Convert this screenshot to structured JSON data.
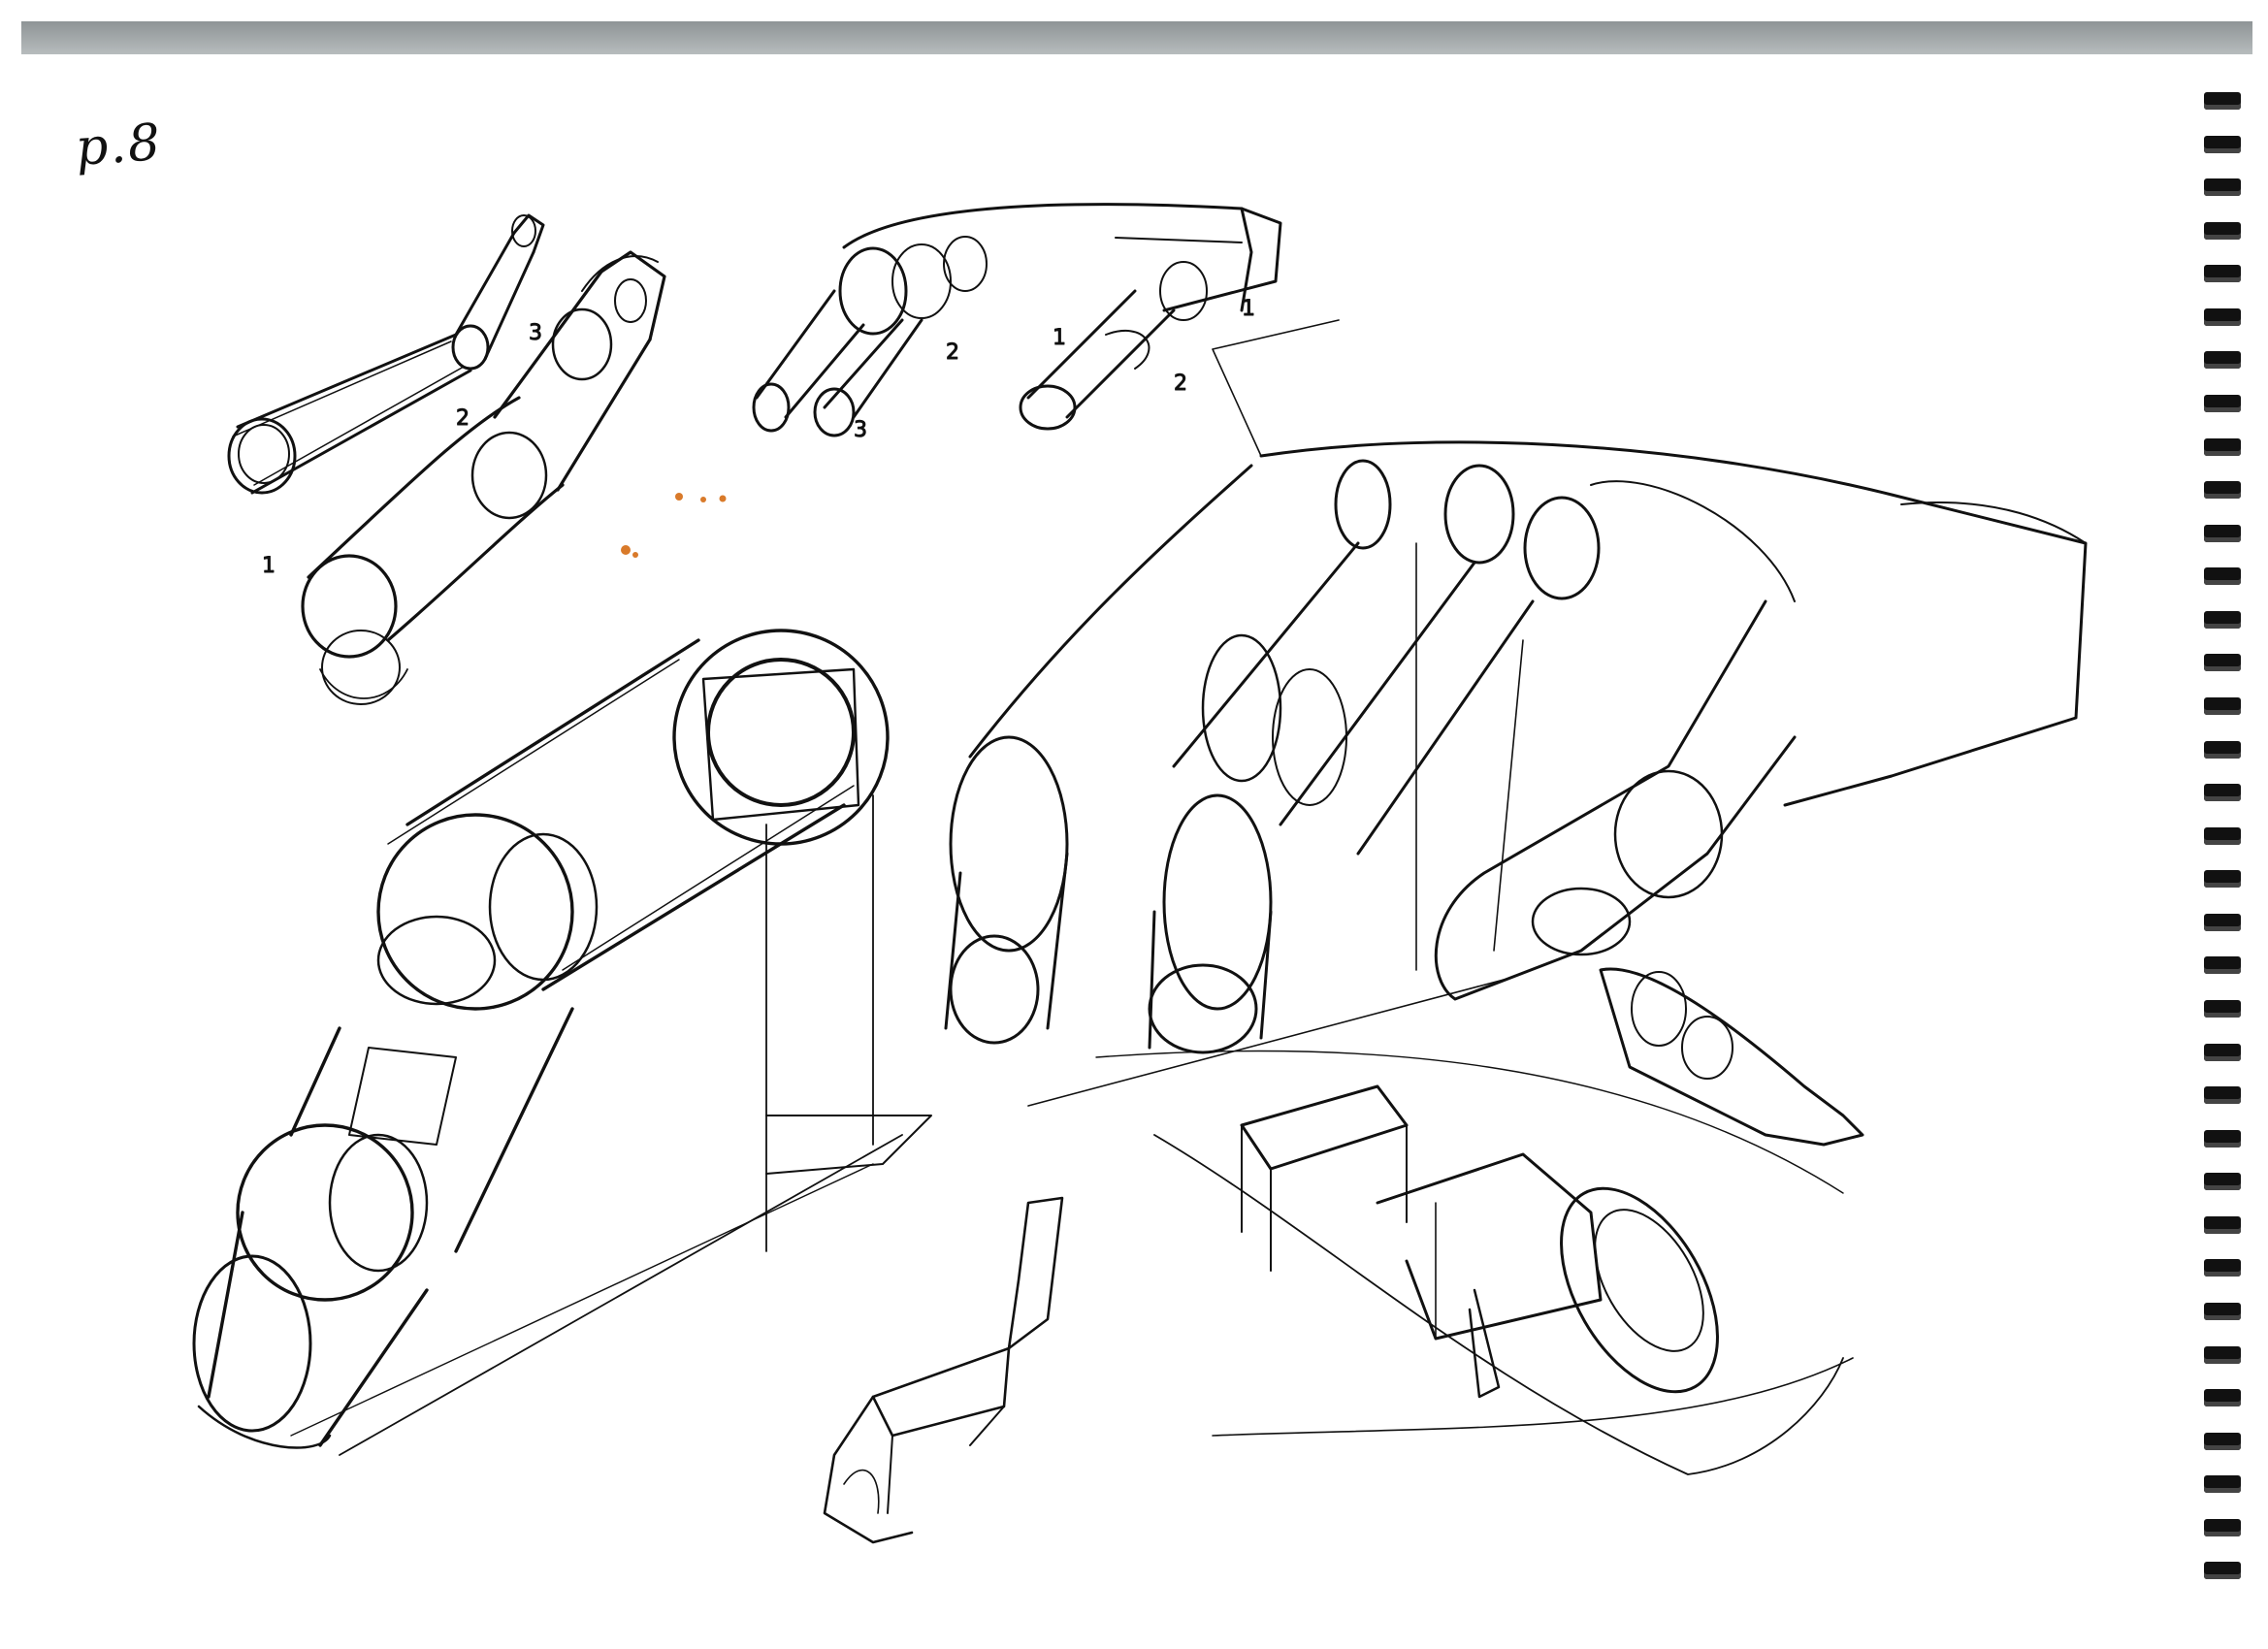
{
  "page_number": "p.8",
  "labels": {
    "finger_1_num_1": "1",
    "finger_1_num_2": "2",
    "finger_1_num_3": "3",
    "hand_top_num_1": "1",
    "hand_top_num_2": "2",
    "hand_top_num_3": "3",
    "hand_top_num_4": "1",
    "hand_top_num_5": "2"
  },
  "colors": {
    "ink": "#111111",
    "paper": "#ffffff",
    "stain": "#d97a2a"
  },
  "icons": {
    "binding": "spiral-binding-icon"
  }
}
